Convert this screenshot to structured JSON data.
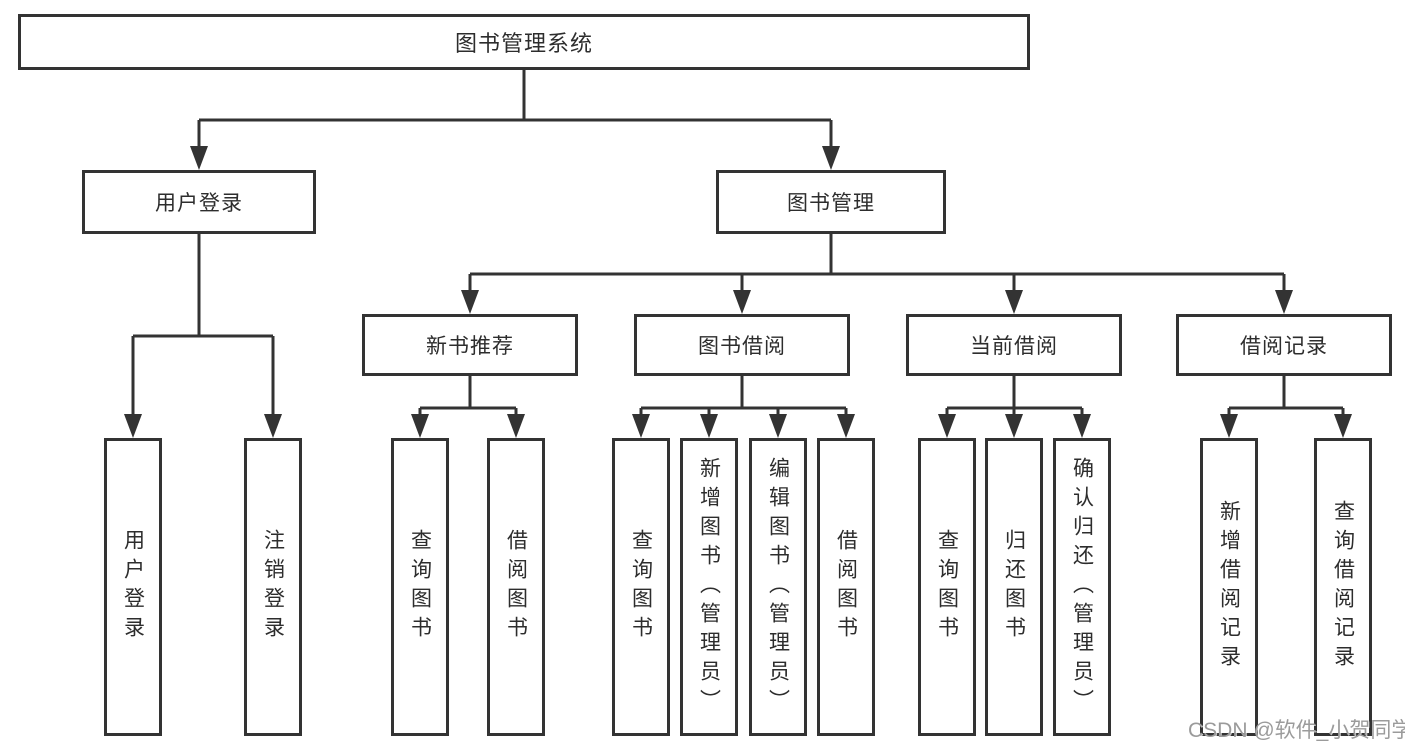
{
  "tree": {
    "label": "图书管理系统",
    "children": [
      {
        "label": "用户登录",
        "children": [
          {
            "label": "用户登录"
          },
          {
            "label": "注销登录"
          }
        ]
      },
      {
        "label": "图书管理",
        "children": [
          {
            "label": "新书推荐",
            "children": [
              {
                "label": "查询图书"
              },
              {
                "label": "借阅图书"
              }
            ]
          },
          {
            "label": "图书借阅",
            "children": [
              {
                "label": "查询图书"
              },
              {
                "label": "新增图书（管理员）"
              },
              {
                "label": "编辑图书（管理员）"
              },
              {
                "label": "借阅图书"
              }
            ]
          },
          {
            "label": "当前借阅",
            "children": [
              {
                "label": "查询图书"
              },
              {
                "label": "归还图书"
              },
              {
                "label": "确认归还（管理员）"
              }
            ]
          },
          {
            "label": "借阅记录",
            "children": [
              {
                "label": "新增借阅记录"
              },
              {
                "label": "查询借阅记录"
              }
            ]
          }
        ]
      }
    ]
  },
  "watermark": {
    "text": "CSDN @软件_小贺同学"
  },
  "colors": {
    "line": "#333333",
    "box_border": "#333333",
    "box_background": "#ffffff",
    "text": "#2d2d2d",
    "watermark": "#9b9b9b",
    "page_background": "#ffffff"
  }
}
